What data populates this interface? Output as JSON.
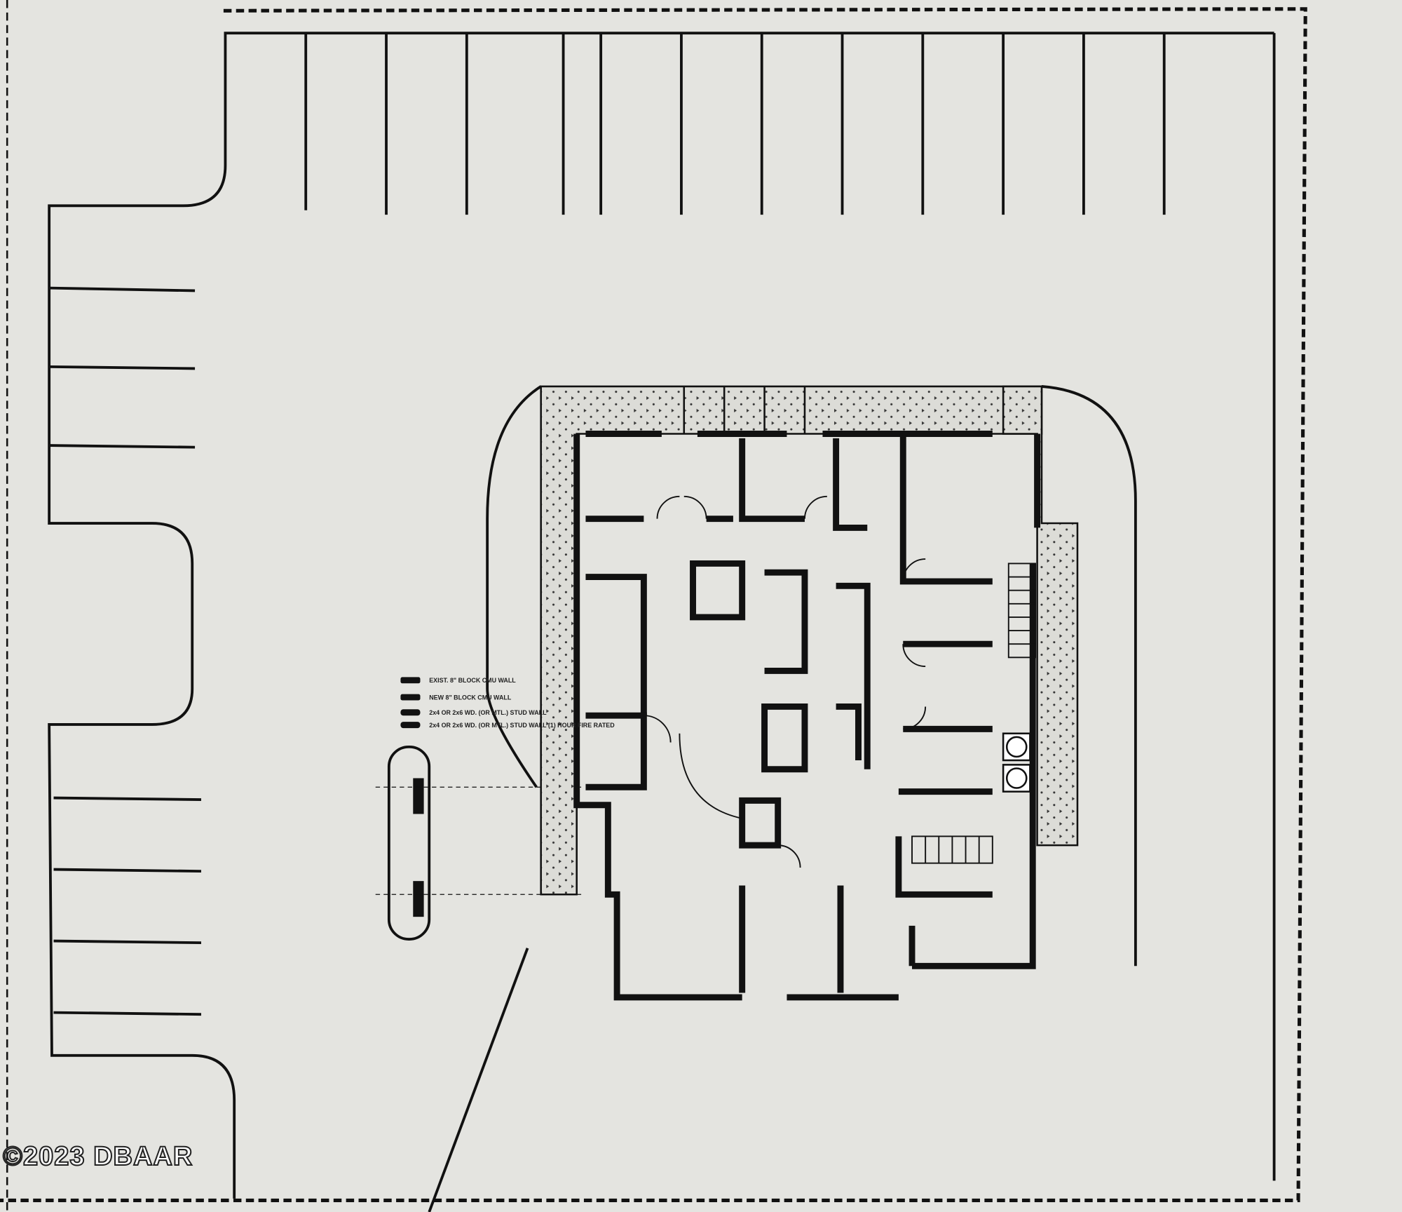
{
  "watermark": "©2023 DBAAR",
  "legend": {
    "items": [
      "EXIST. 8\" BLOCK CMU WALL",
      "NEW 8\" BLOCK CMU WALL",
      "2x4 OR 2x6 WD. (OR MTL.) STUD WALL",
      "2x4 OR 2x6 WD. (OR MTL.) STUD WALL (1) HOUR FIRE RATED"
    ]
  },
  "colors": {
    "paper": "#e4e4e0",
    "ink": "#1a1a1a",
    "hatch": "#cfcfca"
  }
}
